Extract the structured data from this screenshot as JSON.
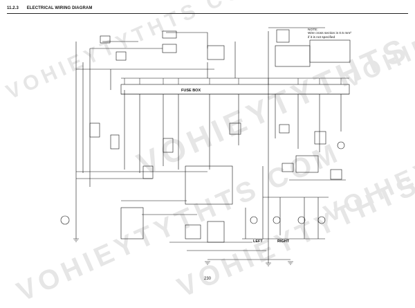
{
  "header": {
    "section": "11.2.3",
    "title": "ELECTRICAL WIRING DIAGRAM"
  },
  "note": {
    "line1": "NOTE:",
    "line2": "Wire cross section is 0.5 mm²",
    "line3": "if it is not specified"
  },
  "fuse_box_label": "FUSE BOX",
  "side_labels": {
    "left": "LEFT",
    "right": "RIGHT"
  },
  "page_number": "230",
  "watermark": {
    "text": "VOHIEYTYTHTS COM"
  },
  "colors": {
    "line": "#111111",
    "watermark": "#e6e6e6"
  }
}
